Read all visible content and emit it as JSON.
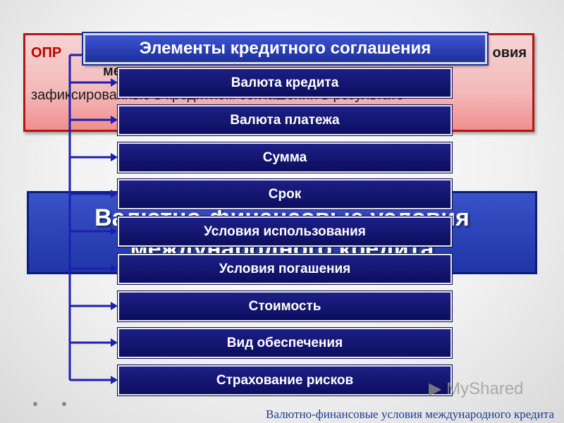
{
  "definition": {
    "prefix": "ОПР",
    "line1_tail": "овия",
    "line2": "ме",
    "line3": "зафиксированные в кредитном соглашении в результате"
  },
  "blue_title": {
    "line1": "Валютно-финансовые условия",
    "line2": "международного кредита"
  },
  "header": "Элементы кредитного соглашения",
  "items": [
    "Валюта кредита",
    "Валюта платежа",
    "Сумма",
    "Срок",
    "Условия использования",
    "Условия погашения",
    "Стоимость",
    "Вид обеспечения",
    "Страхование рисков"
  ],
  "watermark": "MyShared",
  "footer": "Валютно-финансовые условия международного кредита",
  "colors": {
    "connector": "#1c1fb0",
    "item_bg": "#14177a",
    "header_bg": "#2a3fb8",
    "def_border": "#b81414",
    "footer_text": "#1f3a93"
  }
}
